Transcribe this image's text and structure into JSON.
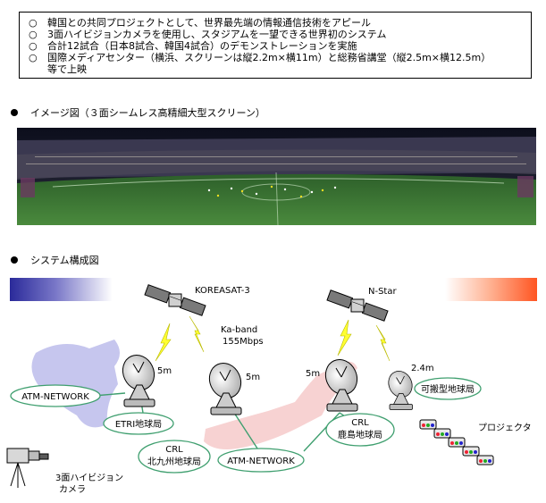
{
  "summary": {
    "bullet_mark": "○",
    "items": [
      "韓国との共同プロジェクトとして、世界最先端の情報通信技術をアピール",
      "3面ハイビジョンカメラを使用し、スタジアムを一望できる世界初のシステム",
      "合計12試合（日本8試合、韓国4試合）のデモンストレーションを実施",
      "国際メディアセンター（横浜、スクリーンは縦2.2m×横11m）と総務省講堂（縦2.5m×横12.5m）"
    ],
    "item4_continuation": "等で上映"
  },
  "image_section": {
    "title": "イメージ図（３面シームレス高精細大型スクリーン）"
  },
  "system_section": {
    "title": "システム構成図"
  },
  "diagram": {
    "satellite_left_label": "KOREASAT-3",
    "satellite_right_label": "N-Star",
    "band_label": "Ka-band",
    "rate_label": "155Mbps",
    "dish_labels": [
      "5m",
      "5m",
      "5m",
      "2.4m"
    ],
    "atm_left_label": "ATM-NETWORK",
    "atm_center_label": "ATM-NETWORK",
    "etri_label": "ETRI地球局",
    "crl_kyushu_line1": "CRL",
    "crl_kyushu_line2": "北九州地球局",
    "crl_kashima_line1": "CRL",
    "crl_kashima_line2": "鹿島地球局",
    "portable_label": "可搬型地球局",
    "projector_label": "プロジェクタ",
    "camera_line1": "3面ハイビジョン",
    "camera_line2": "カメラ",
    "colors": {
      "korea_land": "#c6c6ee",
      "japan_land": "#f7d2d2",
      "network_line": "#3f9f6f",
      "signal_bolt": "#ffff33",
      "gradient_left_dark": "#2a2a9a",
      "gradient_right_dark": "#ff5522"
    }
  }
}
